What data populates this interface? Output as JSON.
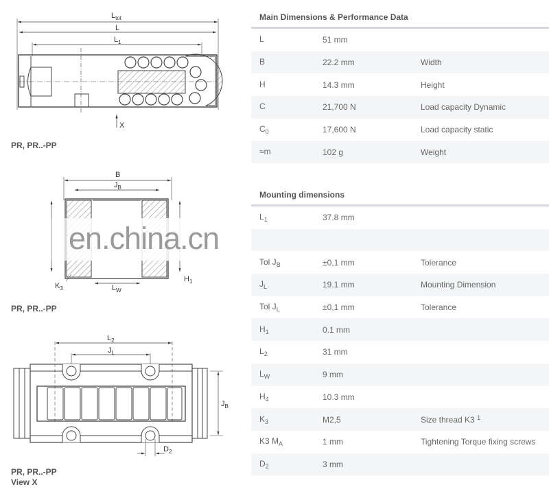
{
  "drawings": {
    "side_view": {
      "ltot": "L",
      "ltot_sub": "tot",
      "l": "L",
      "l1": "L",
      "l1_sub": "1",
      "x": "X",
      "caption": "PR, PR..-PP"
    },
    "front_view": {
      "b": "B",
      "jb": "J",
      "jb_sub": "B",
      "k3": "K",
      "k3_sub": "3",
      "lw": "L",
      "lw_sub": "W",
      "h1": "H",
      "h1_sub": "1",
      "caption": "PR, PR..-PP"
    },
    "bottom_view": {
      "l2": "L",
      "l2_sub": "2",
      "jl": "J",
      "jl_sub": "L",
      "jb": "J",
      "jb_sub": "B",
      "d2": "D",
      "d2_sub": "2",
      "caption": "PR, PR..-PP",
      "caption2": "View X"
    }
  },
  "main": {
    "title": "Main Dimensions & Performance Data",
    "rows": [
      {
        "sym": "L",
        "sub": "",
        "value": "51 mm",
        "desc": ""
      },
      {
        "sym": "B",
        "sub": "",
        "value": "22.2 mm",
        "desc": "Width"
      },
      {
        "sym": "H",
        "sub": "",
        "value": "14.3 mm",
        "desc": "Height"
      },
      {
        "sym": "C",
        "sub": "",
        "value": "21,700 N",
        "desc": "Load capacity Dynamic"
      },
      {
        "sym": "C",
        "sub": "0",
        "value": "17,600 N",
        "desc": "Load capacity static"
      },
      {
        "sym": "≈m",
        "sub": "",
        "value": "102 g",
        "desc": "Weight"
      }
    ]
  },
  "mounting": {
    "title": "Mounting dimensions",
    "rows": [
      {
        "sym": "L",
        "sub": "1",
        "value": "37.8 mm",
        "desc": ""
      },
      {
        "sym": "",
        "sub": "",
        "value": "",
        "desc": ""
      },
      {
        "sym": "Tol J",
        "sub": "B",
        "value": "±0,1 mm",
        "desc": "Tolerance"
      },
      {
        "sym": "J",
        "sub": "L",
        "value": "19.1 mm",
        "desc": "Mounting Dimension"
      },
      {
        "sym": "Tol J",
        "sub": "L",
        "value": "±0,1 mm",
        "desc": "Tolerance"
      },
      {
        "sym": "H",
        "sub": "1",
        "value": "0.1 mm",
        "desc": ""
      },
      {
        "sym": "L",
        "sub": "2",
        "value": "31 mm",
        "desc": ""
      },
      {
        "sym": "L",
        "sub": "W",
        "value": "9 mm",
        "desc": ""
      },
      {
        "sym": "H",
        "sub": "4",
        "value": "10.3 mm",
        "desc": ""
      },
      {
        "sym": "K",
        "sub": "3",
        "value": "M2,5",
        "desc": "Size thread K3",
        "sup": "1"
      },
      {
        "sym": "K3 M",
        "sub": "A",
        "value": "1 mm",
        "desc": "Tightening Torque fixing screws"
      },
      {
        "sym": "D",
        "sub": "2",
        "value": "3 mm",
        "desc": ""
      }
    ]
  },
  "watermark": "en.china.cn"
}
